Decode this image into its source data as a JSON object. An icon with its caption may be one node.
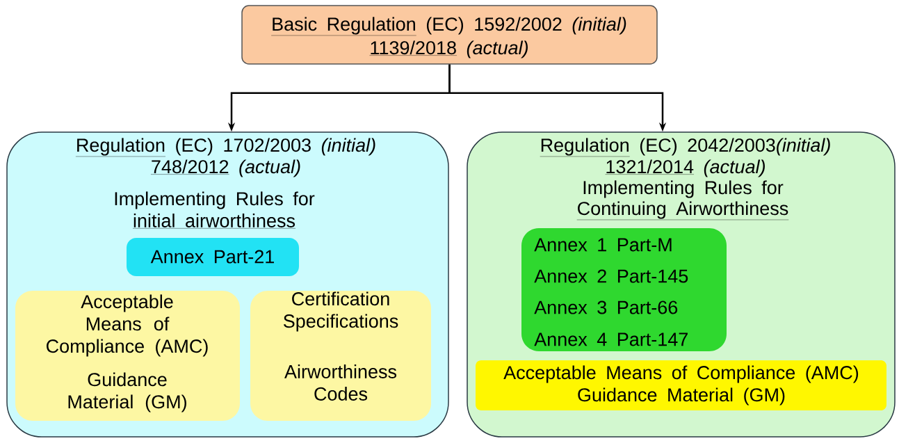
{
  "diagram": {
    "nodes": [
      {
        "text": [
          "Basic Regulation",
          "(EC) 1592/2002",
          "(initial)",
          "1139/2018",
          "(actual)"
        ]
      },
      {
        "text": [
          "Regulation",
          "(EC) 1702/2003",
          "(initial)",
          "748/2012",
          "(actual)",
          "Implementing Rules for",
          "initial airworthiness"
        ]
      },
      {
        "text": [
          "Annex Part-21"
        ],
        "in": 1
      },
      {
        "text": [
          "Acceptable Means of Compliance (AMC)",
          "Guidance Material (GM)"
        ],
        "in": 1
      },
      {
        "text": [
          "Certification Specifications",
          "Airworthiness Codes"
        ],
        "in": 1
      },
      {
        "text": [
          "Regulation",
          "(EC) 2042/2003",
          "(initial)",
          "1321/2014",
          "(actual)",
          "Implementing Rules for",
          "Continuing Airworthiness"
        ]
      },
      {
        "text": [
          "Annex 1 Part-M",
          "Annex 2 Part-145",
          "Annex 3 Part-66",
          "Annex 4 Part-147"
        ],
        "in": 5
      },
      {
        "text": [
          "Acceptable Means of Compliance (AMC)",
          "Guidance Material (GM)"
        ],
        "in": 5
      }
    ],
    "edges": [
      {
        "from": 0,
        "to": 1,
        "arrow": "to"
      },
      {
        "from": 0,
        "to": 5,
        "arrow": "to"
      }
    ]
  }
}
